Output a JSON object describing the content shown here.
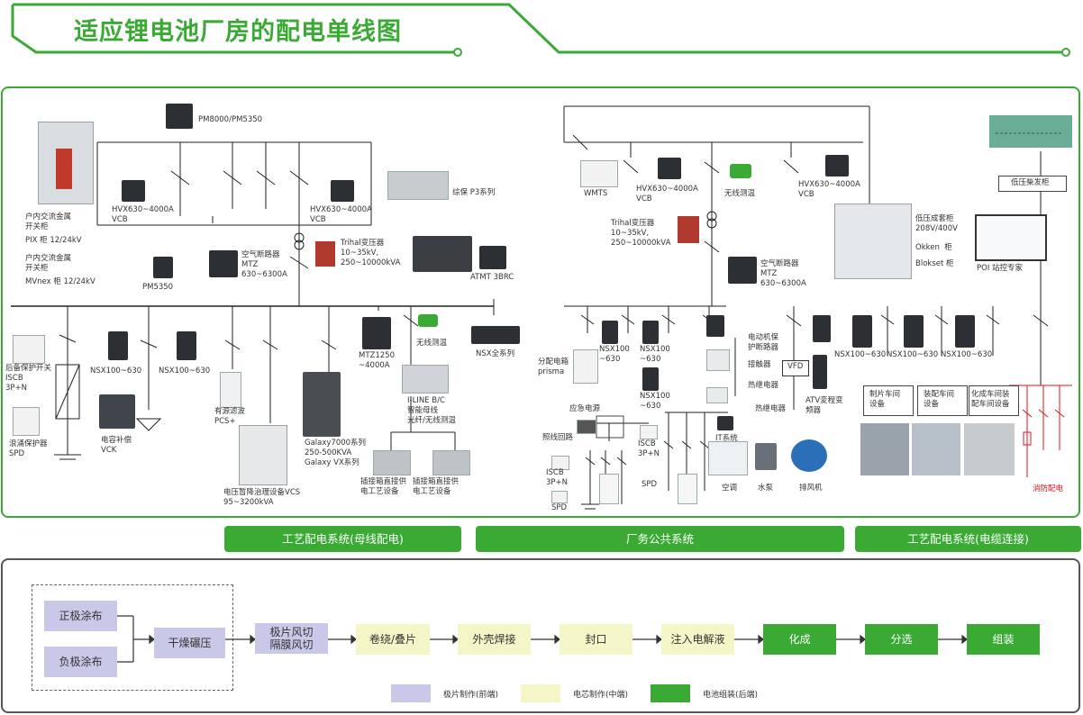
{
  "title": "适应锂电池厂房的配电单线图",
  "colors": {
    "green": "#3aaa35",
    "red": "#e0131b",
    "purple": "#c9c8e8",
    "yellow": "#f5f6c7"
  },
  "labels": {
    "pm8000": "PM8000/PM5350",
    "hvx_left1": "HVX630~4000A\nVCB",
    "hvx_left2": "HVX630~4000A\nVCB",
    "switchgear1": "户内交流金属\n开关柜",
    "pix": "PIX 柜 12/24kV",
    "switchgear2": "户内交流金属\n开关柜",
    "mvnex": "MVnex 柜 12/24kV",
    "pm5350": "PM5350",
    "p3": "综保 P3系列",
    "mtz_left": "空气断路器\nMTZ\n630~6300A",
    "trihal_left": "Trihal变压器\n10~35kV,\n250~10000kVA",
    "atmt": "ATMT 3BRC",
    "backup_breaker": "后备保护开关\nISCB\n3P+N",
    "spd_left": "浪涌保护器\nSPD",
    "nsx_a": "NSX100~630",
    "nsx_b": "NSX100~630",
    "capacitor": "电容补偿\nVCK",
    "filter": "有源滤波\nPCS+",
    "vcs": "电压暂降治理设备VCS\n95~3200kVA",
    "galaxy": "Galaxy7000系列\n250-500KVA\nGalaxy VX系列",
    "mtz1250": "MTZ1250\n~4000A",
    "wireless1": "无线测温",
    "nsx_all": "NSX全系列",
    "iline": "I-LINE B/C\n智能母线\n光纤/无线测温",
    "plug1": "插接箱直接供\n电工艺设备",
    "plug2": "插接箱直接供\n电工艺设备",
    "wmts": "WMTS",
    "hvx_mid": "HVX630~4000A\nVCB",
    "wireless2": "无线测温",
    "hvx_right": "HVX630~4000A\nVCB",
    "trihal_right": "Trihal变压器\n10~35kV,\n250~10000kVA",
    "mtz_right": "空气断路器\nMTZ\n630~6300A",
    "lv_cab": "低压成套柜\n208V/400V",
    "okken": "Okken  柜",
    "blokset": "Blokset 柜",
    "poi": "POI 站控专家",
    "generator": "低压柴发柜",
    "dist_box": "分配电箱\nprisma",
    "nsx_c": "NSX100\n~630",
    "nsx_d": "NSX100\n~630",
    "nsx_e": "NSX100\n~630",
    "motor_prot": "电动机保\n护断路器",
    "contactor": "接触器",
    "thermal": "热继电器",
    "thermal2": "热继电器",
    "atv": "ATV変程变\n频器",
    "vfd": "VFD",
    "emergency": "应急电源",
    "lighting": "照线回路",
    "iscb_mid": "ISCB\n3P+N",
    "spd_mid": "SPD",
    "iscb_low": "ISCB\n3P+N",
    "spd_low": "SPD",
    "it": "IT系统",
    "aircon": "空调",
    "pump": "水泵",
    "fan": "排风机",
    "nsx_f": "NSX100~630",
    "nsx_g": "NSX100~630",
    "nsx_h": "NSX100~630",
    "ws1": "制片车间\n设备",
    "ws2": "装配车间\n设备",
    "ws3": "化成车间装\n配车间设备",
    "fire": "消防配电"
  },
  "systems": [
    "工艺配电系统(母线配电)",
    "厂务公共系统",
    "工艺配电系统(电缆连接)"
  ],
  "process": {
    "steps": [
      "正极涂布",
      "负极涂布",
      "干燥碾压",
      "极片风切\n隔膜风切",
      "卷绕/叠片",
      "外壳焊接",
      "封口",
      "注入电解液",
      "化成",
      "分选",
      "组装"
    ],
    "legend": [
      "极片制作(前端)",
      "电芯制作(中端)",
      "电池组装(后端)"
    ]
  }
}
